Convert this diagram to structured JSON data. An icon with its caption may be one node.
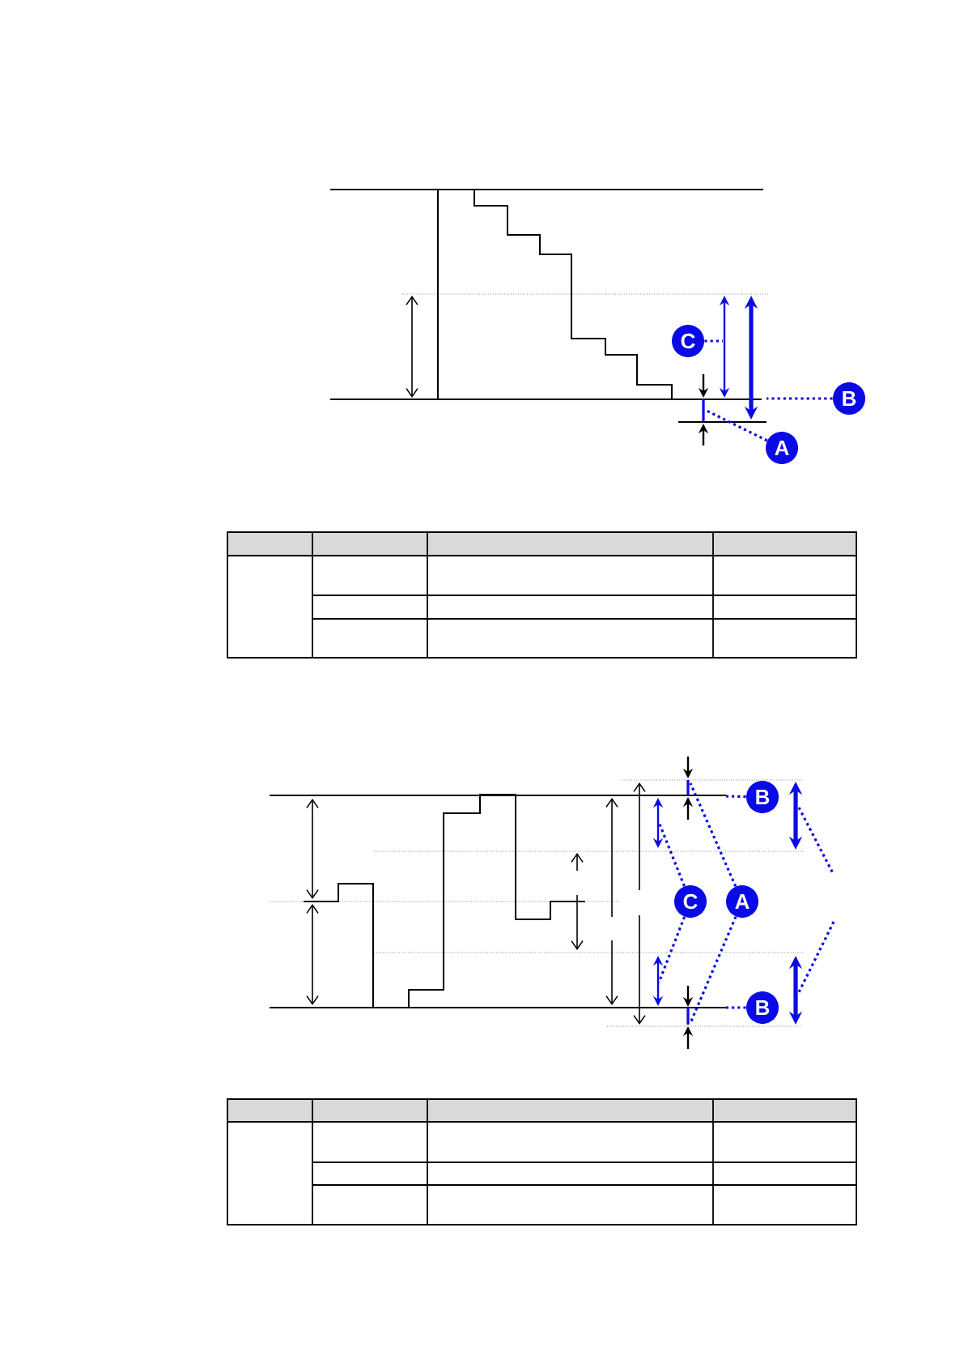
{
  "diagram": {
    "nodes": [
      {
        "text": [
          "C"
        ]
      },
      {
        "text": [
          "B"
        ]
      },
      {
        "text": [
          "A"
        ]
      },
      {
        "text": [
          "B"
        ]
      },
      {
        "text": [
          "C"
        ]
      },
      {
        "text": [
          "A"
        ]
      },
      {
        "text": [
          "B"
        ]
      }
    ],
    "edges": [
      {
        "from": 0,
        "to": null,
        "arrow": "none"
      },
      {
        "from": 1,
        "to": null,
        "arrow": "none"
      },
      {
        "from": 2,
        "to": null,
        "arrow": "none"
      },
      {
        "from": 3,
        "to": null,
        "arrow": "none"
      },
      {
        "from": 4,
        "to": null,
        "arrow": "none"
      },
      {
        "from": 4,
        "to": null,
        "arrow": "none"
      },
      {
        "from": 5,
        "to": null,
        "arrow": "none"
      },
      {
        "from": 5,
        "to": null,
        "arrow": "none"
      },
      {
        "from": 6,
        "to": null,
        "arrow": "none"
      }
    ]
  }
}
